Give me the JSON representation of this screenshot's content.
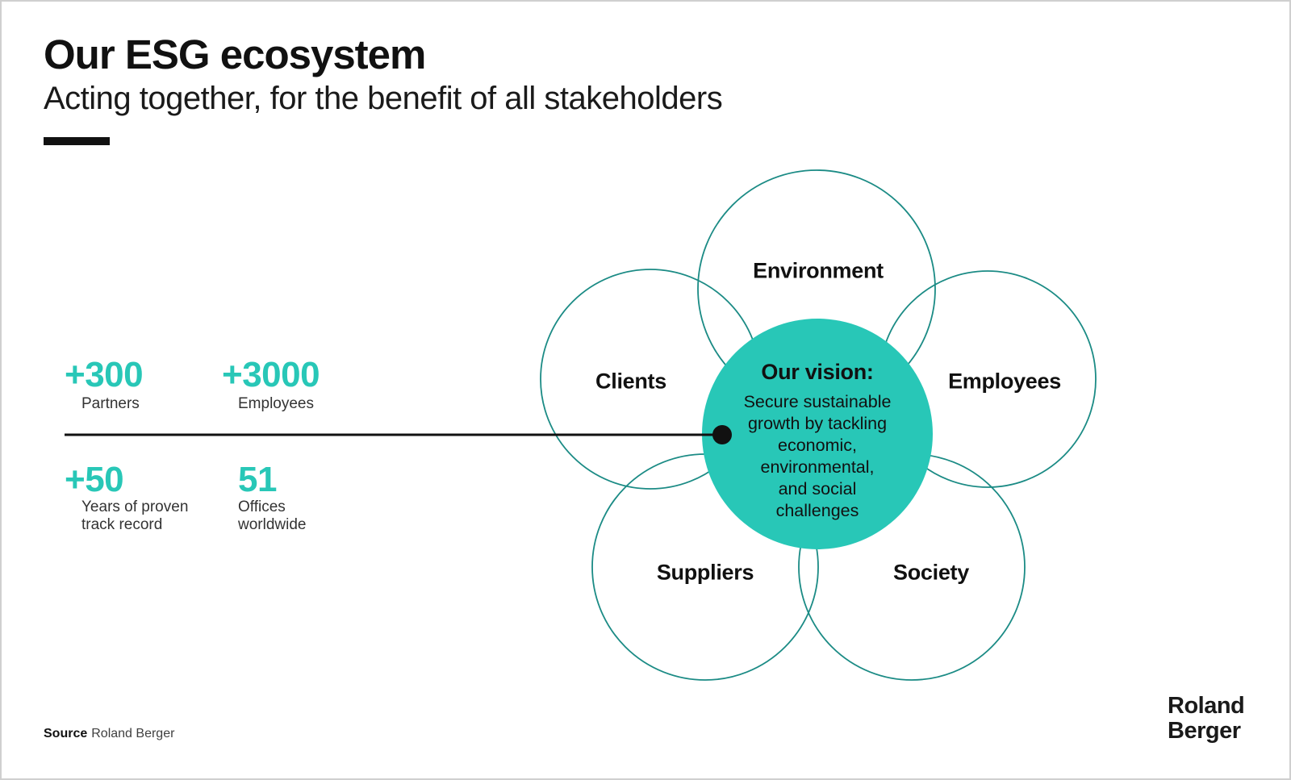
{
  "slide": {
    "title": "Our ESG ecosystem",
    "subtitle": "Acting together, for the benefit of all stakeholders"
  },
  "stats": [
    {
      "value": "+300",
      "label": "Partners"
    },
    {
      "value": "+3000",
      "label": "Employees"
    },
    {
      "value": "+50",
      "label": "Years of proven track record"
    },
    {
      "value": "51",
      "label": "Offices worldwide"
    }
  ],
  "diagram": {
    "center": {
      "heading": "Our vision:",
      "body_lines": [
        "Secure sustainable",
        "growth by tackling",
        "economic,",
        "environmental,",
        "and social",
        "challenges"
      ]
    },
    "nodes": [
      {
        "label": "Environment"
      },
      {
        "label": "Clients"
      },
      {
        "label": "Employees"
      },
      {
        "label": "Suppliers"
      },
      {
        "label": "Society"
      }
    ]
  },
  "footer": {
    "source_label": "Source",
    "source_value": "Roland Berger"
  },
  "logo": {
    "line1": "Roland",
    "line2": "Berger"
  },
  "colors": {
    "accent": "#28c7b7",
    "center_fill": "#28c7b7",
    "circle_stroke": "#1b8b85",
    "ink": "#111111",
    "border": "#cfcfcf"
  }
}
